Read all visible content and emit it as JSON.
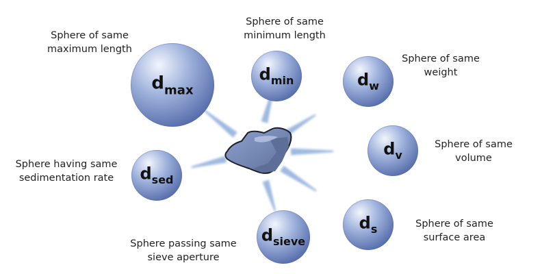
{
  "colors": {
    "sphere_light": "#f2f5fd",
    "sphere_mid": "#9fb2dc",
    "sphere_dark": "#4f66a6",
    "ray": "#7fa2d6",
    "particle_fill": "#8fa2cf",
    "particle_dark": "#5d6f98",
    "outline": "#1c1f2a",
    "text": "#222222"
  },
  "particle": {
    "name": "irregular-particle"
  },
  "spheres": [
    {
      "id": "max",
      "symbol": "d",
      "subscript": "max",
      "caption": [
        "Sphere of same",
        "maximum length"
      ]
    },
    {
      "id": "min",
      "symbol": "d",
      "subscript": "min",
      "caption": [
        "Sphere of same",
        "minimum length"
      ]
    },
    {
      "id": "w",
      "symbol": "d",
      "subscript": "w",
      "caption": [
        "Sphere of same",
        "weight"
      ]
    },
    {
      "id": "v",
      "symbol": "d",
      "subscript": "v",
      "caption": [
        "Sphere of same",
        "volume"
      ]
    },
    {
      "id": "s",
      "symbol": "d",
      "subscript": "s",
      "caption": [
        "Sphere of same",
        "surface area"
      ]
    },
    {
      "id": "sieve",
      "symbol": "d",
      "subscript": "sieve",
      "caption": [
        "Sphere passing same",
        "sieve aperture"
      ]
    },
    {
      "id": "sed",
      "symbol": "d",
      "subscript": "sed",
      "caption": [
        "Sphere having same",
        "sedimentation rate"
      ]
    }
  ]
}
